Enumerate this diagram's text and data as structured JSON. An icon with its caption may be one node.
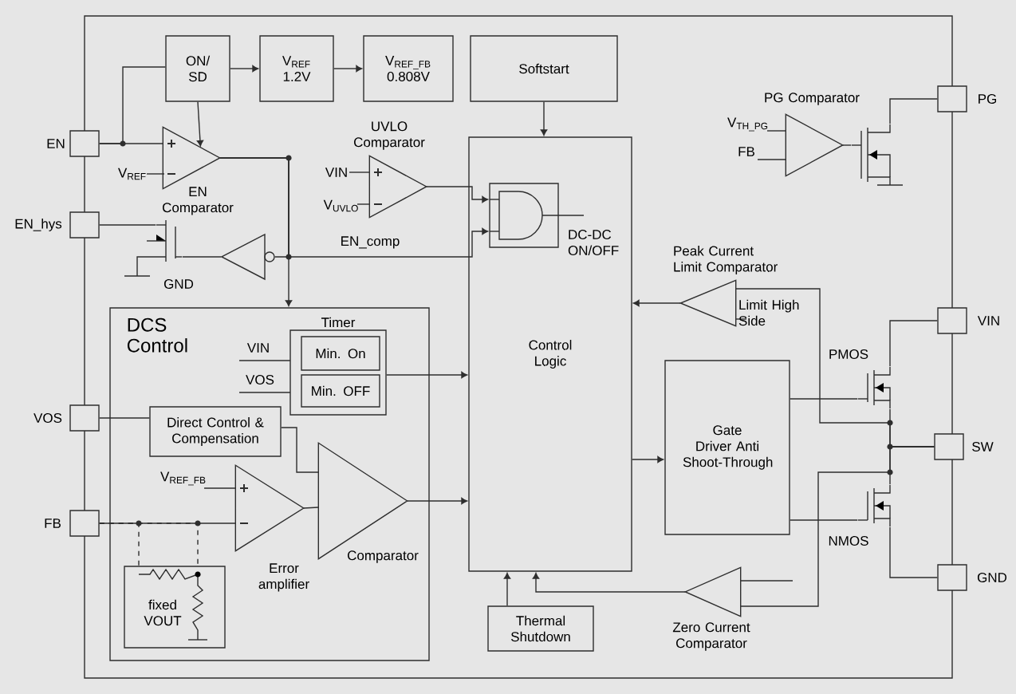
{
  "diagram": {
    "nodes": [
      {
        "text": [],
        "shape": "box",
        "beside": [
          "EN"
        ]
      },
      {
        "text": [],
        "shape": "box",
        "beside": [
          "EN_hys"
        ]
      },
      {
        "text": [],
        "shape": "box",
        "beside": [
          "VOS"
        ]
      },
      {
        "text": [],
        "shape": "box",
        "beside": [
          "FB"
        ]
      },
      {
        "text": [],
        "shape": "box",
        "beside": [
          "PG"
        ]
      },
      {
        "text": [],
        "shape": "box",
        "beside": [
          "VIN"
        ]
      },
      {
        "text": [],
        "shape": "box",
        "beside": [
          "SW"
        ]
      },
      {
        "text": [],
        "shape": "box",
        "beside": [
          "GND"
        ]
      },
      {
        "text": [
          "ON/ SD"
        ]
      },
      {
        "text": [
          "V$_{REF}$ 1.2V"
        ]
      },
      {
        "text": [
          "V$_{REF_FB}$ 0.808V"
        ]
      },
      {
        "text": [
          "Softstart"
        ]
      },
      {
        "text": [
          "EN Comparator"
        ],
        "beside": [
          "V$_{REF}$"
        ]
      },
      {
        "text": [
          "UVLO Comparator"
        ],
        "beside": [
          "VIN",
          "V$_{UVLO}$"
        ]
      },
      {
        "text": [],
        "shape": "transistor"
      },
      {
        "text": [],
        "shape": "triangle"
      },
      {
        "text": [
          "Control Logic"
        ]
      },
      {
        "text": [],
        "shape": "gate",
        "in": 16,
        "beside": [
          "DC-DC ON/OFF"
        ]
      },
      {
        "text": [
          "DCS Control"
        ]
      },
      {
        "text": [
          "Timer"
        ],
        "in": 18
      },
      {
        "text": [
          "Min. On"
        ],
        "in": 19
      },
      {
        "text": [
          "Min. OFF"
        ],
        "in": 19
      },
      {
        "text": [
          "Direct Control & Compensation"
        ],
        "in": 18
      },
      {
        "text": [
          "Error amplifier"
        ],
        "in": 18,
        "beside": [
          "V$_{REF_FB}$"
        ]
      },
      {
        "text": [
          "Comparator"
        ],
        "in": 18
      },
      {
        "text": [
          "fixed VOUT"
        ],
        "in": 18
      },
      {
        "text": [
          "PG Comparator"
        ],
        "beside": [
          "V$_{TH_PG}$",
          "FB"
        ]
      },
      {
        "text": [],
        "shape": "transistor"
      },
      {
        "text": [
          "Peak Current Limit Comparator"
        ]
      },
      {
        "text": [
          "Gate Driver Anti Shoot-Through"
        ]
      },
      {
        "text": [],
        "shape": "transistor",
        "beside": [
          "PMOS"
        ]
      },
      {
        "text": [],
        "shape": "transistor",
        "beside": [
          "NMOS"
        ]
      },
      {
        "text": [
          "Zero Current Comparator"
        ]
      },
      {
        "text": [
          "Thermal Shutdown"
        ]
      }
    ],
    "edges": [
      {
        "from": 0,
        "to": 8,
        "arrow": "none"
      },
      {
        "from": 0,
        "to": 12,
        "arrow": "none"
      },
      {
        "from": 8,
        "to": 9,
        "arrow": "to"
      },
      {
        "from": 9,
        "to": 10,
        "arrow": "to"
      },
      {
        "from": 8,
        "to": 12,
        "arrow": "to"
      },
      {
        "from": 11,
        "to": 16,
        "arrow": "to"
      },
      {
        "from": 12,
        "to": 18,
        "arrow": "to"
      },
      {
        "from": 12,
        "to": 17,
        "arrow": "to",
        "label": "EN_comp"
      },
      {
        "from": 12,
        "to": 15,
        "arrow": "none"
      },
      {
        "from": 15,
        "to": 14,
        "arrow": "none"
      },
      {
        "from": 14,
        "to": 1,
        "arrow": "none"
      },
      {
        "from": 13,
        "to": 17,
        "arrow": "to"
      },
      {
        "from": 19,
        "to": 16,
        "arrow": "to"
      },
      {
        "from": 2,
        "to": 22,
        "arrow": "none"
      },
      {
        "from": 22,
        "to": 24,
        "arrow": "none"
      },
      {
        "from": 3,
        "to": 23,
        "arrow": "none"
      },
      {
        "from": 23,
        "to": 24,
        "arrow": "none"
      },
      {
        "from": 24,
        "to": 16,
        "arrow": "to"
      },
      {
        "from": 3,
        "to": 25,
        "arrow": "none",
        "style": "dashed"
      },
      {
        "from": 3,
        "to": 25,
        "arrow": "none",
        "style": "dashed"
      },
      {
        "from": 16,
        "to": 29,
        "arrow": "to"
      },
      {
        "from": 29,
        "to": 30,
        "arrow": "none"
      },
      {
        "from": 29,
        "to": 31,
        "arrow": "none"
      },
      {
        "from": 30,
        "to": 5,
        "arrow": "none"
      },
      {
        "from": 30,
        "to": 6,
        "arrow": "none"
      },
      {
        "from": 31,
        "to": 6,
        "arrow": "none"
      },
      {
        "from": 31,
        "to": 7,
        "arrow": "none"
      },
      {
        "from": 28,
        "to": 16,
        "arrow": "to"
      },
      {
        "from": 6,
        "to": 28,
        "arrow": "none"
      },
      {
        "from": 32,
        "to": 16,
        "arrow": "to"
      },
      {
        "from": 6,
        "to": 32,
        "arrow": "none"
      },
      {
        "from": 33,
        "to": 16,
        "arrow": "to"
      },
      {
        "from": 26,
        "to": 27,
        "arrow": "none"
      },
      {
        "from": 27,
        "to": 4,
        "arrow": "none"
      }
    ],
    "labels": [
      "GND",
      "VIN",
      "VOS",
      "Limit High Side"
    ]
  }
}
